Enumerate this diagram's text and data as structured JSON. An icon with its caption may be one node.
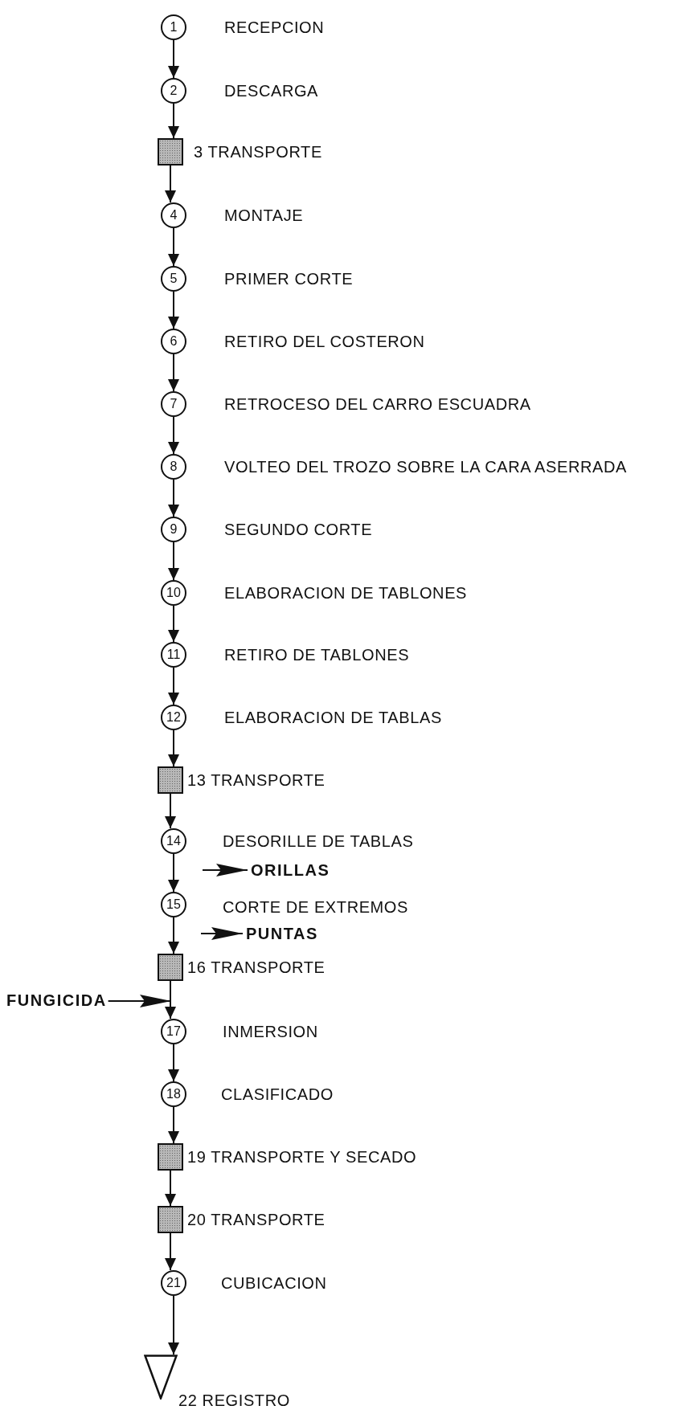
{
  "diagram": {
    "nodes": [
      {
        "text": [
          "1"
        ],
        "beside": [
          "RECEPCION"
        ]
      },
      {
        "text": [
          "2"
        ],
        "beside": [
          "DESCARGA"
        ]
      },
      {
        "text": [],
        "shape": "box",
        "beside": [
          "3 TRANSPORTE"
        ]
      },
      {
        "text": [
          "4"
        ],
        "beside": [
          "MONTAJE"
        ]
      },
      {
        "text": [
          "5"
        ],
        "beside": [
          "PRIMER CORTE"
        ]
      },
      {
        "text": [
          "6"
        ],
        "beside": [
          "RETIRO DEL COSTERON"
        ]
      },
      {
        "text": [
          "7"
        ],
        "beside": [
          "RETROCESO DEL CARRO ESCUADRA"
        ]
      },
      {
        "text": [
          "8"
        ],
        "beside": [
          "VOLTEO DEL TROZO SOBRE LA CARA ASERRADA"
        ]
      },
      {
        "text": [
          "9"
        ],
        "beside": [
          "SEGUNDO CORTE"
        ]
      },
      {
        "text": [
          "10"
        ],
        "beside": [
          "ELABORACION DE TABLONES"
        ]
      },
      {
        "text": [
          "11"
        ],
        "beside": [
          "RETIRO DE TABLONES"
        ]
      },
      {
        "text": [
          "12"
        ],
        "beside": [
          "ELABORACION DE TABLAS"
        ]
      },
      {
        "text": [],
        "shape": "box",
        "beside": [
          "13 TRANSPORTE"
        ]
      },
      {
        "text": [
          "14"
        ]
      },
      {
        "text": [
          "ORILLAS"
        ]
      },
      {
        "text": [
          "15"
        ]
      },
      {
        "text": [
          "PUNTAS"
        ]
      },
      {
        "text": [],
        "shape": "box",
        "beside": [
          "16 TRANSPORTE"
        ]
      },
      {
        "text": [
          "FUNGICIDA"
        ]
      },
      {
        "text": [
          "17"
        ],
        "beside": [
          "INMERSION"
        ]
      },
      {
        "text": [
          "18"
        ],
        "beside": [
          "CLASIFICADO"
        ]
      },
      {
        "text": [],
        "shape": "box",
        "beside": [
          "19 TRANSPORTE Y SECADO"
        ]
      },
      {
        "text": [],
        "shape": "box",
        "beside": [
          "20 TRANSPORTE"
        ]
      },
      {
        "text": [
          "21"
        ],
        "beside": [
          "CUBICACION"
        ]
      },
      {
        "text": [],
        "shape": "triangle",
        "beside": [
          "22 REGISTRO"
        ]
      }
    ],
    "edges": [
      {
        "from": 0,
        "to": 1,
        "arrow": "to"
      },
      {
        "from": 1,
        "to": 2,
        "arrow": "to"
      },
      {
        "from": 2,
        "to": 3,
        "arrow": "to"
      },
      {
        "from": 3,
        "to": 4,
        "arrow": "to"
      },
      {
        "from": 4,
        "to": 5,
        "arrow": "to"
      },
      {
        "from": 5,
        "to": 6,
        "arrow": "to"
      },
      {
        "from": 6,
        "to": 7,
        "arrow": "to"
      },
      {
        "from": 7,
        "to": 8,
        "arrow": "to"
      },
      {
        "from": 8,
        "to": 9,
        "arrow": "to"
      },
      {
        "from": 9,
        "to": 10,
        "arrow": "to"
      },
      {
        "from": 10,
        "to": 11,
        "arrow": "to"
      },
      {
        "from": 11,
        "to": 12,
        "arrow": "to"
      },
      {
        "from": 12,
        "to": 13,
        "arrow": "to"
      },
      {
        "from": 13,
        "to": 15,
        "arrow": "to"
      },
      {
        "from": null,
        "to": 14,
        "arrow": "to"
      },
      {
        "from": 15,
        "to": 17,
        "arrow": "to"
      },
      {
        "from": null,
        "to": 16,
        "arrow": "to"
      },
      {
        "from": 17,
        "to": 19,
        "arrow": "to"
      },
      {
        "from": 18,
        "to": 19,
        "arrow": "to"
      },
      {
        "from": 19,
        "to": 20,
        "arrow": "to"
      },
      {
        "from": 20,
        "to": 21,
        "arrow": "to"
      },
      {
        "from": 21,
        "to": 22,
        "arrow": "to"
      },
      {
        "from": 22,
        "to": 23,
        "arrow": "to"
      },
      {
        "from": 23,
        "to": 24,
        "arrow": "to"
      }
    ],
    "labels": [
      "DESORILLE DE TABLAS",
      "CORTE DE EXTREMOS"
    ]
  }
}
